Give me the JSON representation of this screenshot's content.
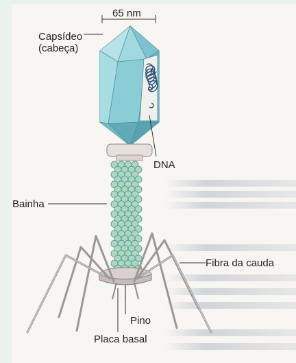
{
  "diagram": {
    "dimension_label": "65 nm",
    "labels": {
      "capsid_line1": "Capsídeo",
      "capsid_line2": "(cabeça)",
      "dna": "DNA",
      "sheath": "Bainha",
      "tail_fiber": "Fibra da cauda",
      "pin": "Pino",
      "base_plate": "Placa basal"
    },
    "colors": {
      "capsid": "#8fd0d8",
      "capsid_dark": "#5fa9b6",
      "sheath_bead": "#a9d8c6",
      "collar": "#e8e0dc",
      "fiber": "#a7a4a7",
      "dna": "#2b4e7a"
    }
  }
}
